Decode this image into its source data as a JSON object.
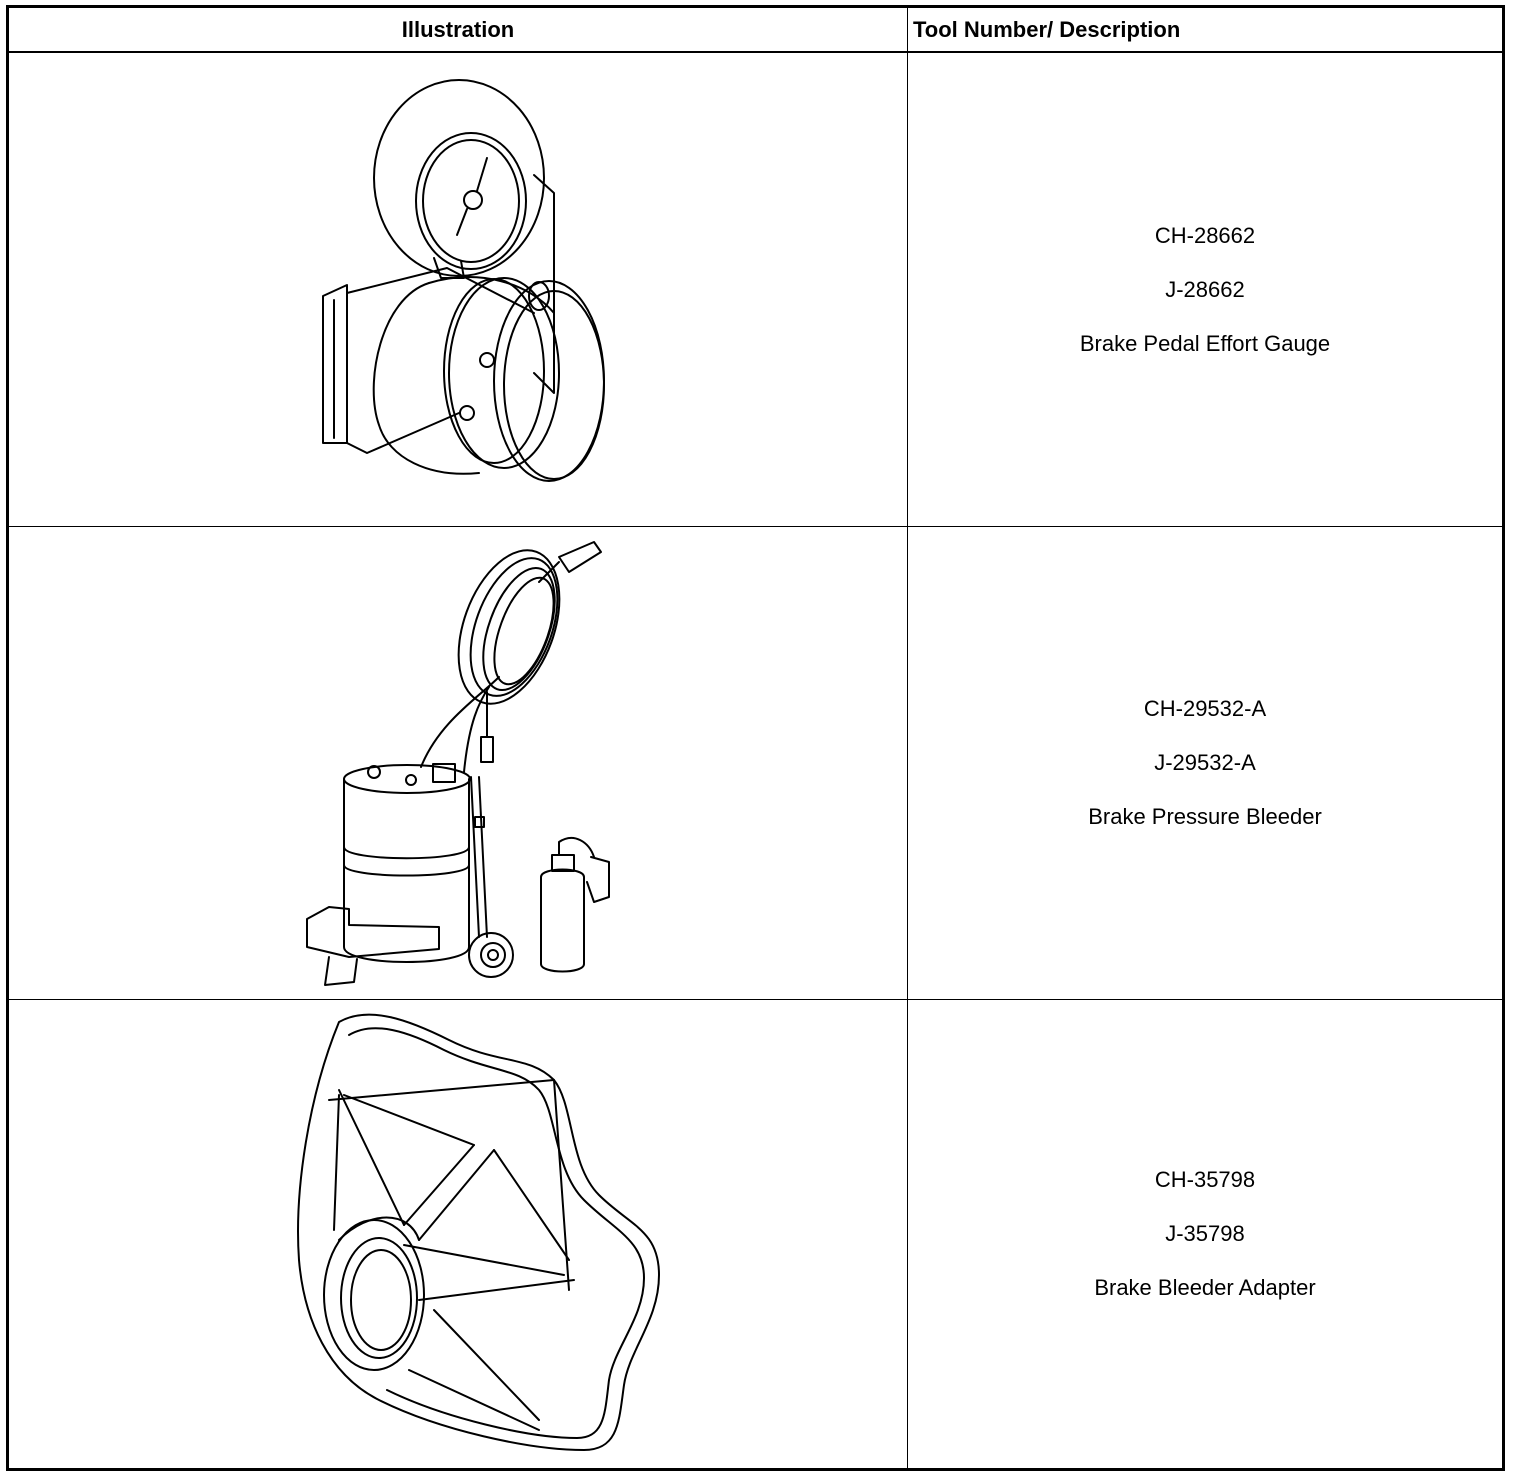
{
  "table": {
    "headers": {
      "illustration": "Illustration",
      "description": "Tool Number/ Description"
    },
    "rows": [
      {
        "illustration_icon": "brake-pedal-effort-gauge-icon",
        "lines": [
          "CH-28662",
          "J-28662",
          "Brake Pedal Effort Gauge"
        ]
      },
      {
        "illustration_icon": "brake-pressure-bleeder-icon",
        "lines": [
          "CH-29532-A",
          "J-29532-A",
          "Brake Pressure Bleeder"
        ]
      },
      {
        "illustration_icon": "brake-bleeder-adapter-icon",
        "lines": [
          "CH-35798",
          "J-35798",
          "Brake Bleeder Adapter"
        ]
      }
    ]
  }
}
